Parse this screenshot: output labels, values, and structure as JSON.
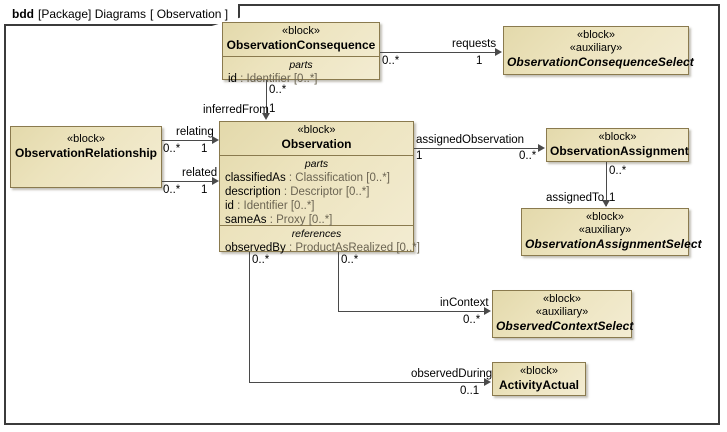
{
  "frame": {
    "kind": "bdd",
    "qualifier": "[Package] Diagrams",
    "name": "[ Observation ]"
  },
  "stereotypes": {
    "block": "«block»",
    "auxiliary": "«auxiliary»"
  },
  "compartments": {
    "parts": "parts",
    "references": "references"
  },
  "blocks": {
    "observation_consequence": {
      "stereotype": "«block»",
      "name": "ObservationConsequence",
      "parts_label": "parts",
      "properties": [
        {
          "name": "id",
          "type": ": Identifier [0..*]"
        }
      ]
    },
    "observation_consequence_select": {
      "stereotype1": "«block»",
      "stereotype2": "«auxiliary»",
      "name": "ObservationConsequenceSelect"
    },
    "observation_relationship": {
      "stereotype": "«block»",
      "name": "ObservationRelationship"
    },
    "observation": {
      "stereotype": "«block»",
      "name": "Observation",
      "parts_label": "parts",
      "parts": [
        {
          "name": "classifiedAs",
          "type": ": Classification [0..*]"
        },
        {
          "name": "description",
          "type": ": Descriptor [0..*]"
        },
        {
          "name": "id",
          "type": ": Identifier [0..*]"
        },
        {
          "name": "sameAs",
          "type": ": Proxy [0..*]"
        }
      ],
      "references_label": "references",
      "references": [
        {
          "name": "observedBy",
          "type": ": ProductAsRealized [0..*]"
        }
      ]
    },
    "observation_assignment": {
      "stereotype": "«block»",
      "name": "ObservationAssignment"
    },
    "observation_assignment_select": {
      "stereotype1": "«block»",
      "stereotype2": "«auxiliary»",
      "name": "ObservationAssignmentSelect"
    },
    "observed_context_select": {
      "stereotype1": "«block»",
      "stereotype2": "«auxiliary»",
      "name": "ObservedContextSelect"
    },
    "activity_actual": {
      "stereotype": "«block»",
      "name": "ActivityActual"
    }
  },
  "associations": {
    "requests": {
      "label": "requests",
      "source_mult": "0..*",
      "target_mult": "1"
    },
    "inferred_from": {
      "label": "inferredFrom",
      "source_mult": "0..*",
      "target_mult": "1"
    },
    "relating": {
      "label": "relating",
      "source_mult": "0..*",
      "target_mult": "1"
    },
    "related": {
      "label": "related",
      "source_mult": "0..*",
      "target_mult": "1"
    },
    "assigned_observation": {
      "label": "assignedObservation",
      "source_mult": "1",
      "target_mult": "0..*"
    },
    "assigned_to": {
      "label": "assignedTo",
      "source_mult": "0..*",
      "target_mult": "1"
    },
    "in_context": {
      "label": "inContext",
      "source_mult": "0..*",
      "target_mult": "0..*"
    },
    "observed_during": {
      "label": "observedDuring",
      "source_mult": "0..*",
      "target_mult": "0..1"
    }
  }
}
